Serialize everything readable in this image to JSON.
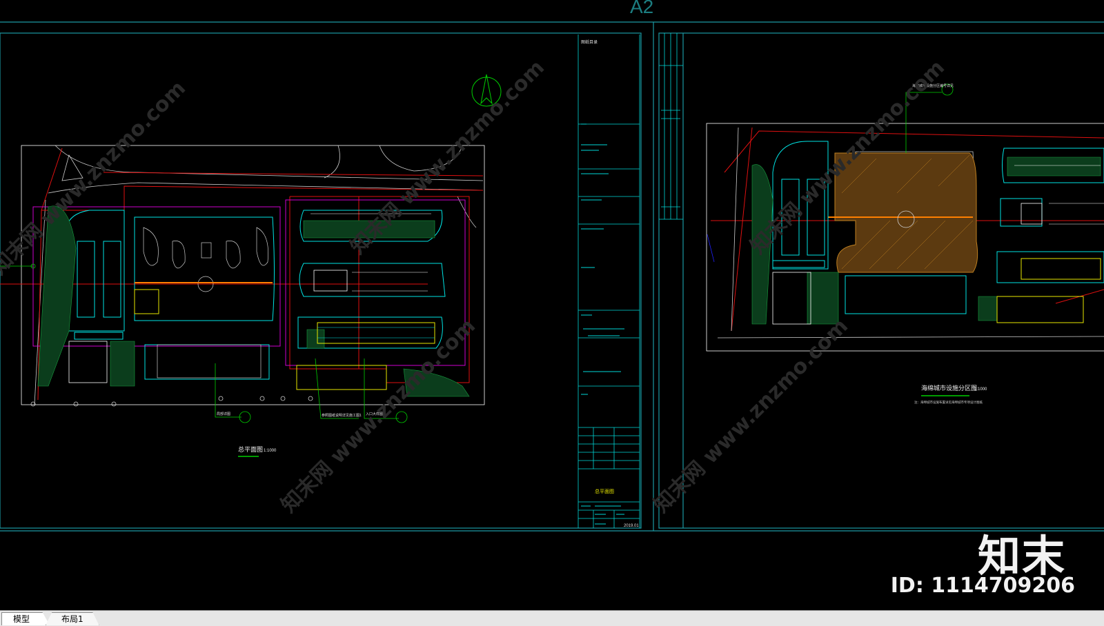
{
  "sheet": {
    "name": "A2"
  },
  "left_drawing": {
    "plan_title": "总平面图",
    "plan_scale": "1:1000",
    "callout_1": "局部详图",
    "callout_2": "参照图纸说明详见施工图1",
    "callout_3": "入口大样图"
  },
  "right_drawing": {
    "plan_title": "海绵城市设施分区图",
    "plan_scale": "1:1000",
    "subtitle": "注：海绵城市设施布置详见海绵城市专项设计图纸",
    "callout": "海绵城市设施分区编号详见"
  },
  "title_block": {
    "header": "图纸目录",
    "sheet_title": "总平面图",
    "date": "2019.01"
  },
  "watermarks": [
    "知末网 www.znzmo.com",
    "知末网 www.znzmo.com",
    "知末网 www.znzmo.com",
    "知末网 www.znzmo.com",
    "知末网 www.znzmo.com"
  ],
  "brand": {
    "logo": "知末",
    "id": "ID: 1114709206"
  },
  "tabs": [
    {
      "label": "模型",
      "active": true
    },
    {
      "label": "布局1",
      "active": false
    }
  ],
  "colors": {
    "background": "#000000",
    "frame": "#1c9aa3",
    "cyan": "#00e5e5",
    "red": "#e01010",
    "magenta": "#d000d0",
    "yellow": "#e8e800",
    "green": "#00d000",
    "orange": "#ff8000"
  }
}
